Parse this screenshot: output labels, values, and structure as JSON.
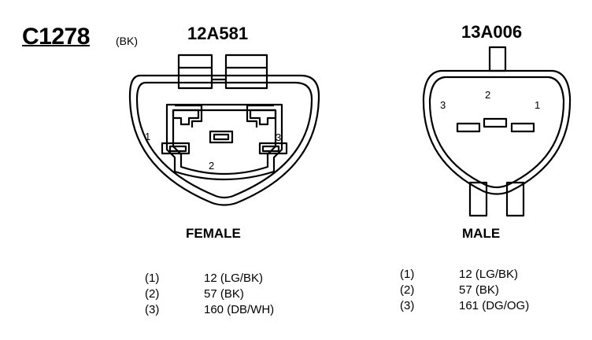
{
  "connector": {
    "id": "C1278",
    "color_code": "(BK)"
  },
  "female": {
    "part_number": "12A581",
    "label": "FEMALE",
    "pin_numbers": [
      "1",
      "2",
      "3"
    ],
    "pins": [
      {
        "num": "(1)",
        "value": "12 (LG/BK)"
      },
      {
        "num": "(2)",
        "value": "57 (BK)"
      },
      {
        "num": "(3)",
        "value": "160 (DB/WH)"
      }
    ]
  },
  "male": {
    "part_number": "13A006",
    "label": "MALE",
    "pin_numbers": [
      "3",
      "2",
      "1"
    ],
    "pins": [
      {
        "num": "(1)",
        "value": "12 (LG/BK)"
      },
      {
        "num": "(2)",
        "value": "57 (BK)"
      },
      {
        "num": "(3)",
        "value": "161 (DG/OG)"
      }
    ]
  }
}
